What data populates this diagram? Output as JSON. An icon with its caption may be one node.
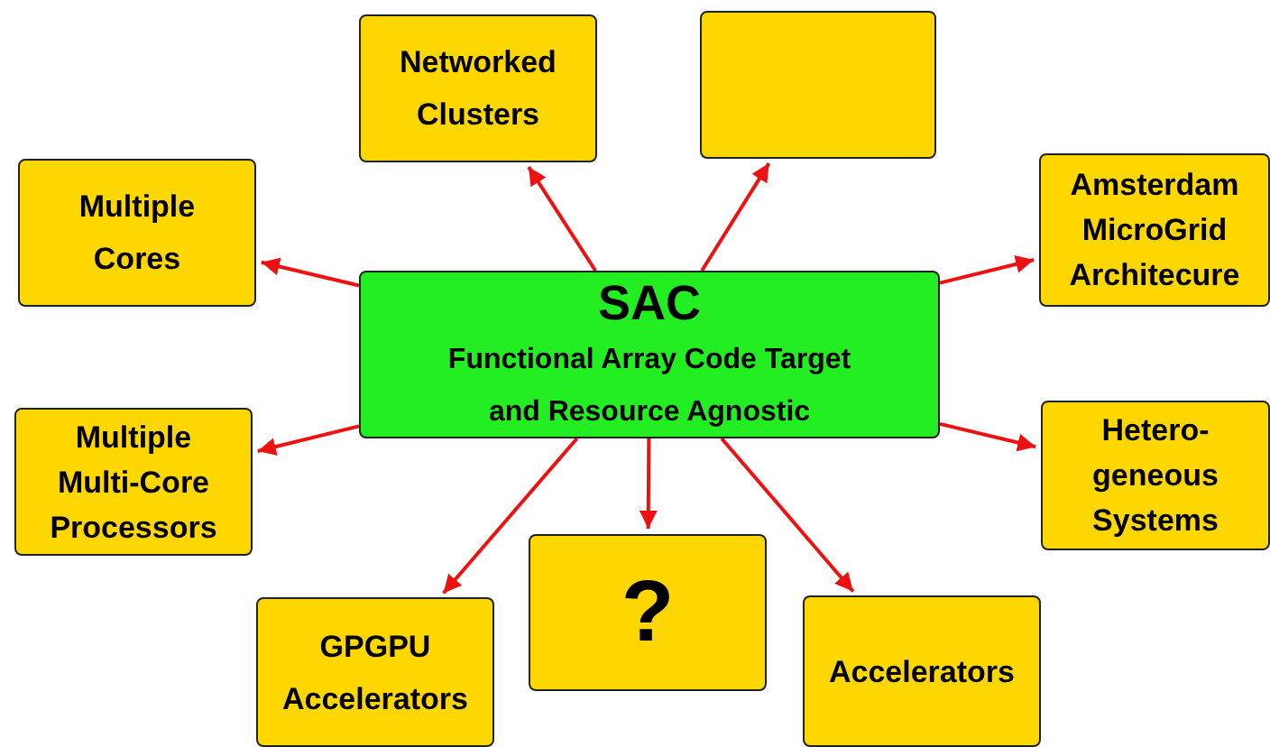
{
  "diagram": {
    "nodes": [
      {
        "text": [
          "SAC",
          "Functional Array Code Target and Resource Agnostic"
        ]
      },
      {
        "text": [
          "Multiple Cores"
        ]
      },
      {
        "text": [
          "Networked Clusters"
        ]
      },
      {
        "text": [],
        "shape": "box"
      },
      {
        "text": [
          "Amsterdam MicroGrid Architecure"
        ]
      },
      {
        "text": [
          "Multiple Multi-Core Processors"
        ]
      },
      {
        "text": [
          "Hetero- geneous Systems"
        ]
      },
      {
        "text": [
          "GPGPU Accelerators"
        ]
      },
      {
        "text": [
          "?"
        ]
      },
      {
        "text": [
          "Accelerators"
        ]
      }
    ],
    "edges": [
      {
        "from": 0,
        "to": 1,
        "arrow": "to"
      },
      {
        "from": 0,
        "to": 2,
        "arrow": "to"
      },
      {
        "from": 0,
        "to": 3,
        "arrow": "to"
      },
      {
        "from": 0,
        "to": 4,
        "arrow": "to"
      },
      {
        "from": 0,
        "to": 5,
        "arrow": "to"
      },
      {
        "from": 0,
        "to": 6,
        "arrow": "to"
      },
      {
        "from": 0,
        "to": 7,
        "arrow": "to"
      },
      {
        "from": 0,
        "to": 8,
        "arrow": "to"
      },
      {
        "from": 0,
        "to": 9,
        "arrow": "to"
      }
    ]
  }
}
